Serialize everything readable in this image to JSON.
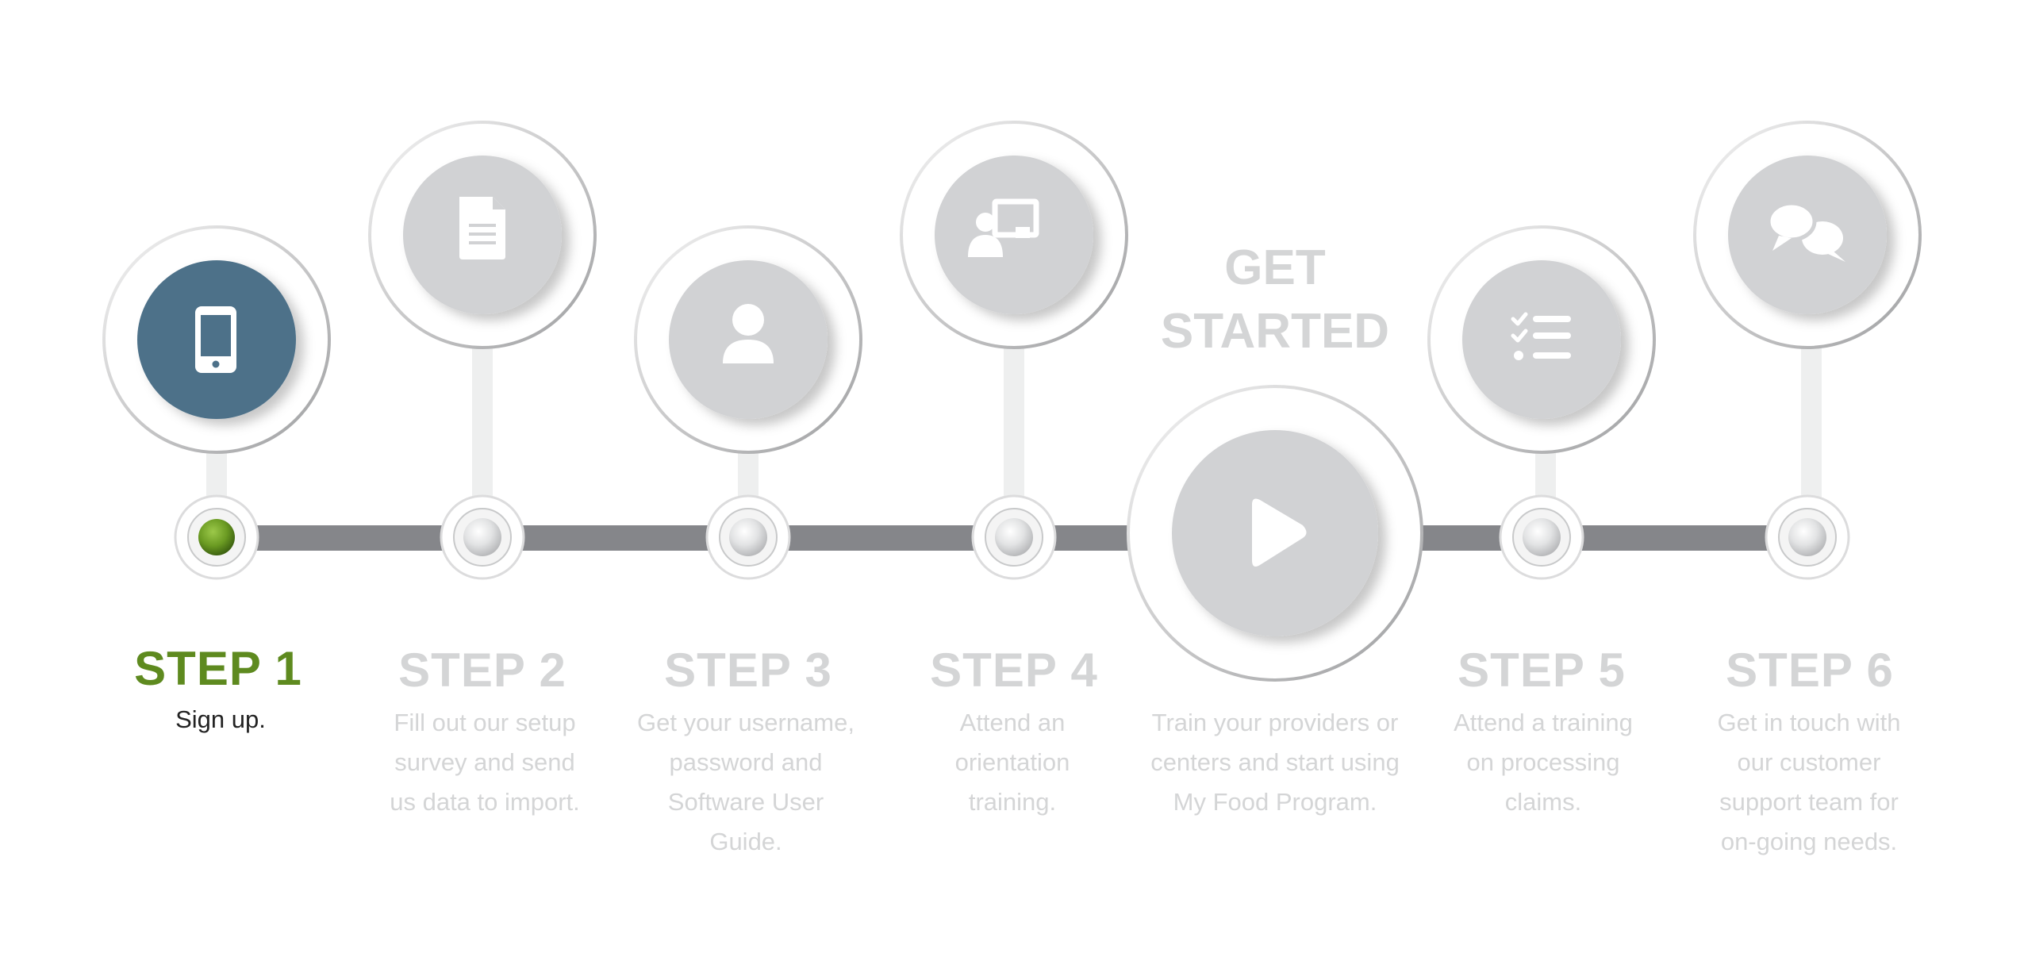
{
  "colors": {
    "active_title": "#5e8a1f",
    "active_desc": "#222222",
    "inactive_text": "#d4d5d6",
    "active_icon_bg": "#4d7189",
    "inactive_icon_bg": "#d1d2d4",
    "track": "#85868a",
    "active_dot": "#6a9a22"
  },
  "steps": [
    {
      "title": "STEP 1",
      "desc": "Sign up.",
      "icon": "mobile-phone-icon",
      "active": true
    },
    {
      "title": "STEP 2",
      "desc": "Fill out our setup\nsurvey and send\nus data to import.",
      "icon": "document-icon",
      "active": false
    },
    {
      "title": "STEP 3",
      "desc": "Get your username,\npassword and\nSoftware User\nGuide.",
      "icon": "user-icon",
      "active": false
    },
    {
      "title": "STEP 4",
      "desc": "Attend an\norientation\ntraining.",
      "icon": "presentation-icon",
      "active": false
    },
    {
      "title": "STEP 5",
      "desc": "Attend a training\non processing\nclaims.",
      "icon": "checklist-icon",
      "active": false
    },
    {
      "title": "STEP 6",
      "desc": "Get in touch with\nour customer\nsupport team for\non-going needs.",
      "icon": "chat-bubbles-icon",
      "active": false
    }
  ],
  "get_started": {
    "heading": "GET\nSTARTED",
    "desc": "Train your providers or\ncenters and start using\nMy Food Program.",
    "icon": "play-icon"
  }
}
